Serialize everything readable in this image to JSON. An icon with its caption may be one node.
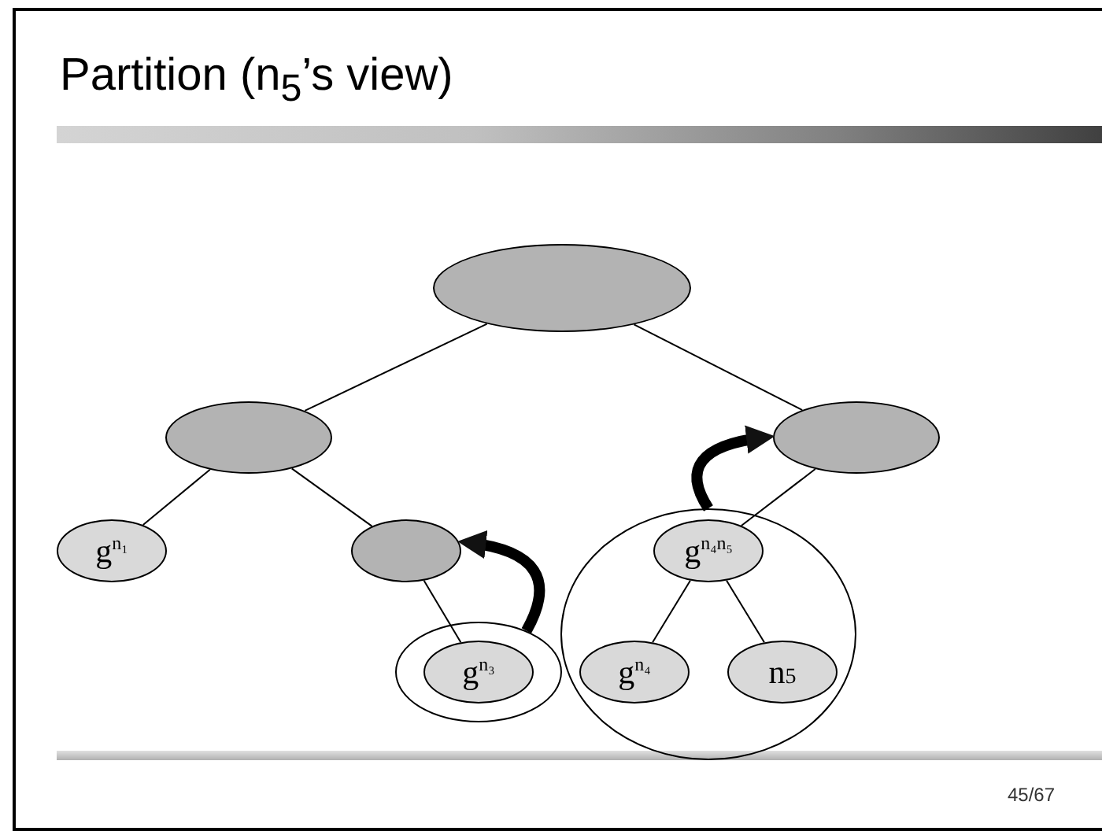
{
  "diagram": {
    "title": "Partition (n$_{5}$’s view)",
    "nodes": [
      {
        "text": [],
        "shape": "ellipse"
      },
      {
        "text": [],
        "shape": "ellipse"
      },
      {
        "text": [],
        "shape": "ellipse"
      },
      {
        "text": [
          "g$^{n₁}$"
        ]
      },
      {
        "text": [],
        "shape": "ellipse"
      },
      {
        "text": [],
        "shape": "ellipse"
      },
      {
        "text": [
          "g$^{n₄n₅}$"
        ],
        "in": 5
      },
      {
        "text": [],
        "shape": "ellipse"
      },
      {
        "text": [
          "g$^{n₃}$"
        ],
        "in": 7
      },
      {
        "text": [
          "g$^{n₄}$"
        ],
        "in": 5
      },
      {
        "text": [
          "n$_{5}$"
        ],
        "in": 5
      }
    ],
    "edges": [
      {
        "from": 0,
        "to": 1,
        "arrow": "none"
      },
      {
        "from": 0,
        "to": 2,
        "arrow": "none"
      },
      {
        "from": 1,
        "to": 3,
        "arrow": "none"
      },
      {
        "from": 1,
        "to": 4,
        "arrow": "none"
      },
      {
        "from": 2,
        "to": 6,
        "arrow": "none"
      },
      {
        "from": 4,
        "to": 8,
        "arrow": "none"
      },
      {
        "from": 6,
        "to": 9,
        "arrow": "none"
      },
      {
        "from": 6,
        "to": 10,
        "arrow": "none"
      },
      {
        "from": 7,
        "to": 4,
        "arrow": "to",
        "style": "thick"
      },
      {
        "from": 5,
        "to": 2,
        "arrow": "to",
        "style": "thick"
      }
    ],
    "labels": [
      "45/67"
    ]
  }
}
